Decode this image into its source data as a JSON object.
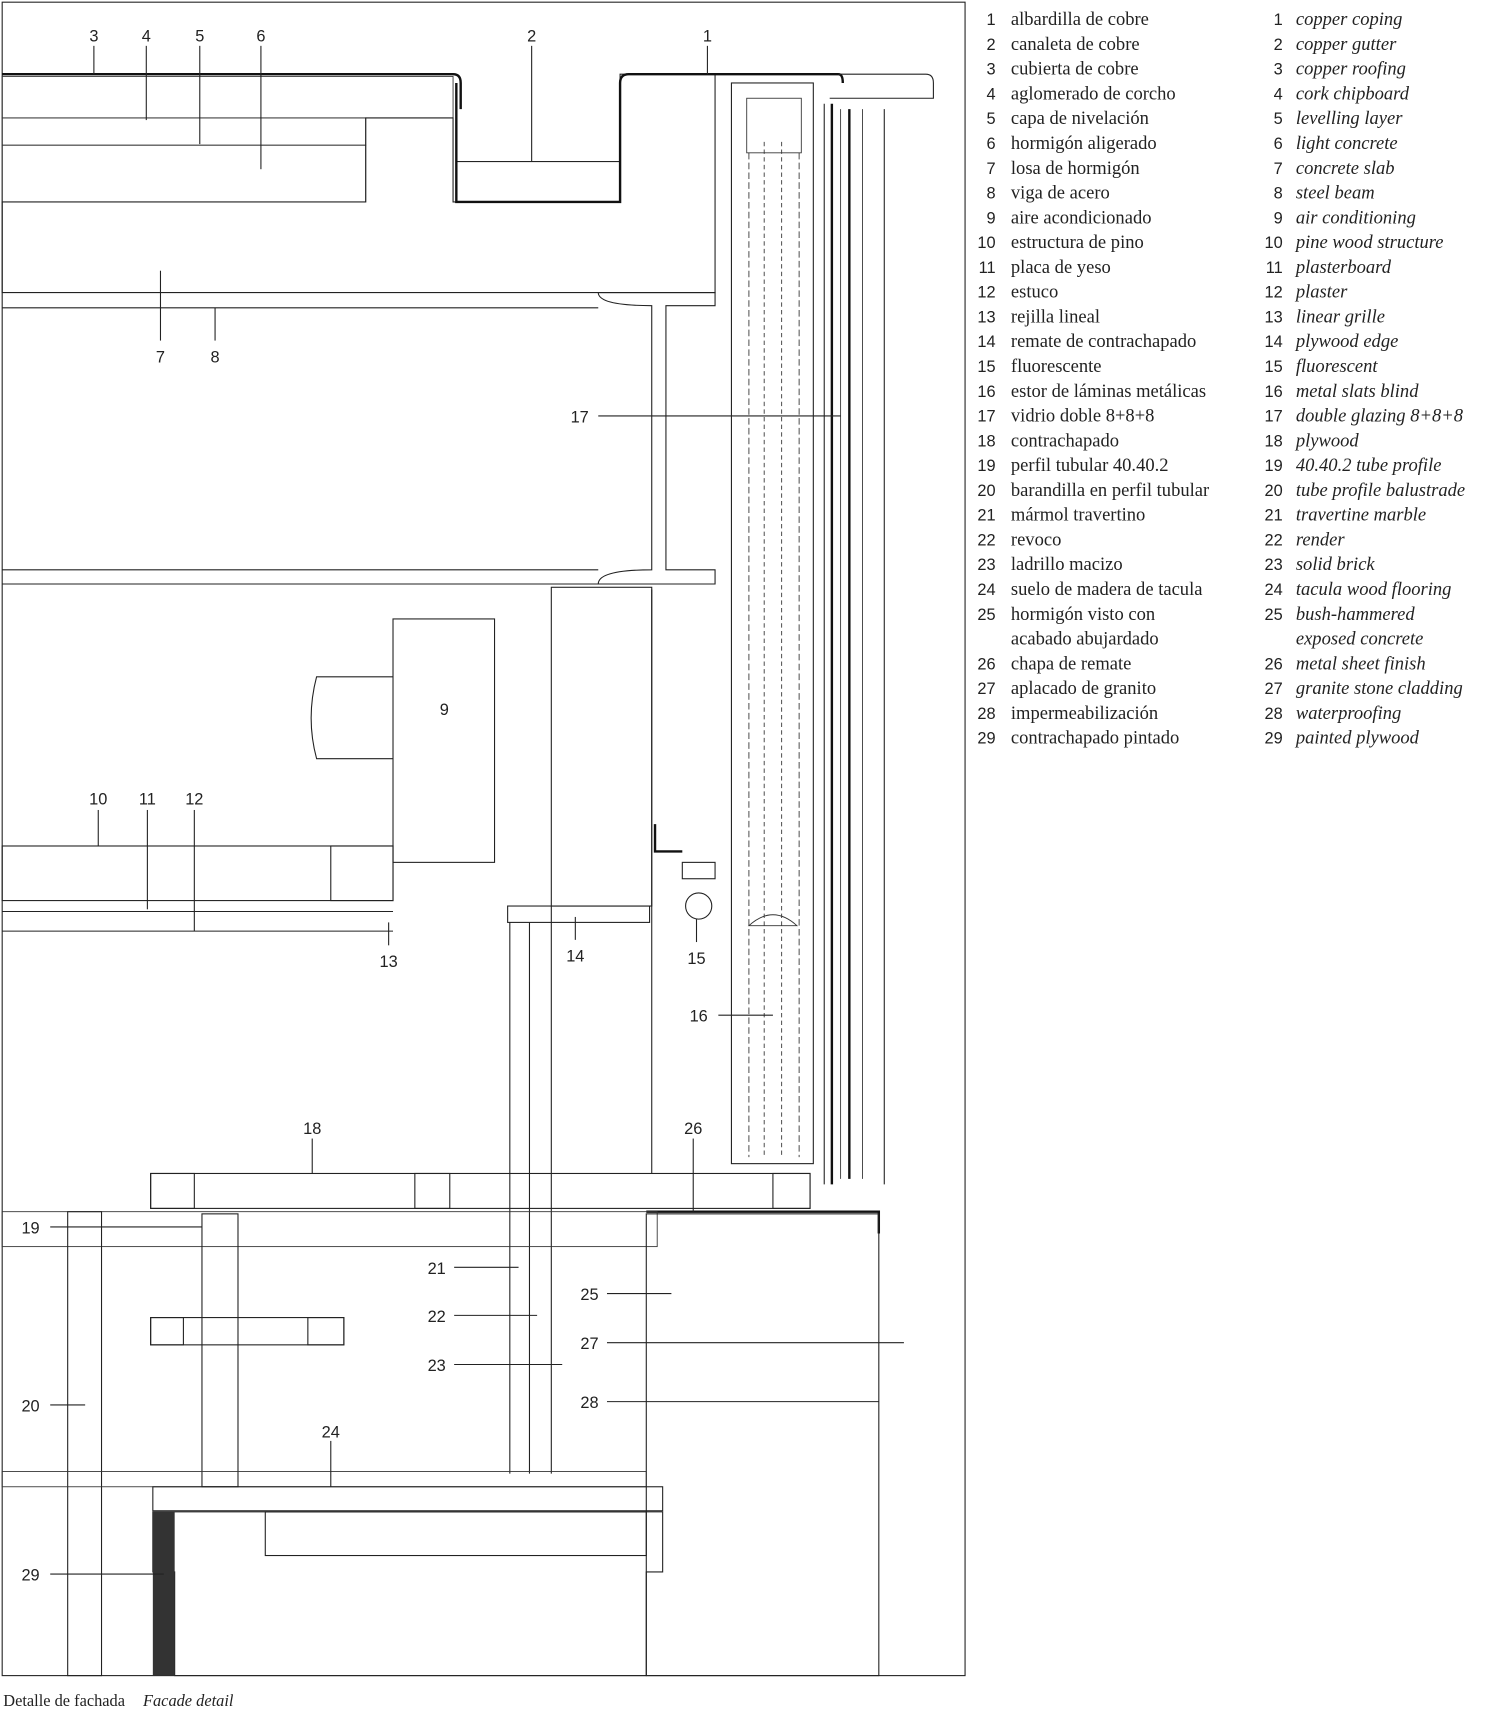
{
  "callouts": [
    "1",
    "2",
    "3",
    "4",
    "5",
    "6",
    "7",
    "8",
    "9",
    "10",
    "11",
    "12",
    "13",
    "14",
    "15",
    "16",
    "17",
    "18",
    "19",
    "20",
    "21",
    "22",
    "23",
    "24",
    "25",
    "26",
    "27",
    "28",
    "29"
  ],
  "legend": [
    {
      "n": "1",
      "es": "albardilla de cobre",
      "en": "copper coping"
    },
    {
      "n": "2",
      "es": "canaleta de cobre",
      "en": "copper gutter"
    },
    {
      "n": "3",
      "es": "cubierta de cobre",
      "en": "copper roofing"
    },
    {
      "n": "4",
      "es": "aglomerado de corcho",
      "en": "cork chipboard"
    },
    {
      "n": "5",
      "es": "capa de nivelación",
      "en": "levelling layer"
    },
    {
      "n": "6",
      "es": "hormigón aligerado",
      "en": "light concrete"
    },
    {
      "n": "7",
      "es": "losa de hormigón",
      "en": "concrete slab"
    },
    {
      "n": "8",
      "es": "viga de acero",
      "en": "steel beam"
    },
    {
      "n": "9",
      "es": "aire acondicionado",
      "en": "air conditioning"
    },
    {
      "n": "10",
      "es": "estructura de pino",
      "en": "pine wood structure"
    },
    {
      "n": "11",
      "es": "placa de yeso",
      "en": "plasterboard"
    },
    {
      "n": "12",
      "es": "estuco",
      "en": "plaster"
    },
    {
      "n": "13",
      "es": "rejilla lineal",
      "en": "linear grille"
    },
    {
      "n": "14",
      "es": "remate de contrachapado",
      "en": "plywood edge"
    },
    {
      "n": "15",
      "es": "fluorescente",
      "en": "fluorescent"
    },
    {
      "n": "16",
      "es": "estor de láminas metálicas",
      "en": "metal slats blind"
    },
    {
      "n": "17",
      "es": "vidrio doble 8+8+8",
      "en": "double glazing 8+8+8"
    },
    {
      "n": "18",
      "es": "contrachapado",
      "en": "plywood"
    },
    {
      "n": "19",
      "es": "perfil tubular 40.40.2",
      "en": "40.40.2 tube profile"
    },
    {
      "n": "20",
      "es": "barandilla en perfil tubular",
      "en": "tube profile balustrade"
    },
    {
      "n": "21",
      "es": "mármol travertino",
      "en": "travertine marble"
    },
    {
      "n": "22",
      "es": "revoco",
      "en": "render"
    },
    {
      "n": "23",
      "es": "ladrillo macizo",
      "en": "solid brick"
    },
    {
      "n": "24",
      "es": "suelo de madera de tacula",
      "en": "tacula wood flooring"
    },
    {
      "n": "25",
      "es": "hormigón visto con",
      "es2": "acabado abujardado",
      "en": "bush-hammered",
      "en2": "exposed concrete"
    },
    {
      "n": "26",
      "es": "chapa de remate",
      "en": "metal sheet finish"
    },
    {
      "n": "27",
      "es": "aplacado de granito",
      "en": "granite stone cladding"
    },
    {
      "n": "28",
      "es": "impermeabilización",
      "en": "waterproofing"
    },
    {
      "n": "29",
      "es": "contrachapado pintado",
      "en": "painted plywood"
    }
  ],
  "caption": {
    "es": "Detalle de fachada",
    "en": "Facade detail"
  }
}
